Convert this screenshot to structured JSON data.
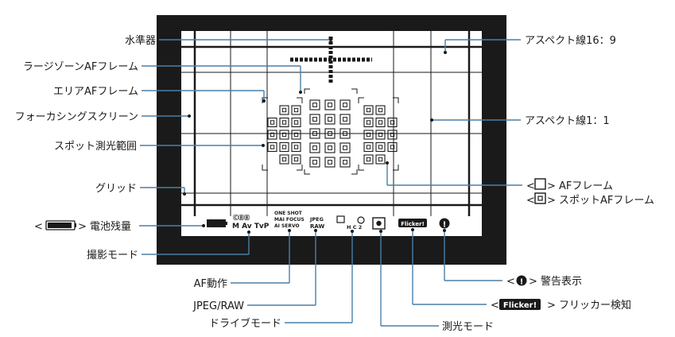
{
  "labels": {
    "level": "水準器",
    "large_zone_af": "ラージゾーンAFフレーム",
    "zone_af": "エリアAFフレーム",
    "focusing_screen": "フォーカシングスクリーン",
    "spot_metering": "スポット測光範囲",
    "grid": "グリッド",
    "battery_prefix": "<",
    "battery_suffix": "> 電池残量",
    "shooting_mode": "撮影モード",
    "af_operation": "AF動作",
    "jpeg_raw": "JPEG/RAW",
    "drive_mode": "ドライブモード",
    "metering_mode": "測光モード",
    "flicker_prefix": "<",
    "flicker_suffix": "> フリッカー検知",
    "warning_prefix": "<",
    "warning_suffix": "> 警告表示",
    "aspect_16_9": "アスペクト線16：9",
    "aspect_1_1": "アスペクト線1：1",
    "af_frame_prefix": "<",
    "af_frame_suffix": "> AFフレーム",
    "spot_af_prefix": "<",
    "spot_af_suffix": "> スポットAFフレーム"
  },
  "status_bar": {
    "shooting_modes_top": "ⒸⒷⒷ",
    "shooting_modes": "M Av TvP",
    "af_line1": "ONE SHOT",
    "af_line2": "MAI FOCUS",
    "af_line3": "AI SERVO",
    "jpeg": "JPEG",
    "raw": "RAW",
    "drive_sub": "H  C 2",
    "flicker": "Flicker!",
    "warning": "!"
  },
  "colors": {
    "viewfinder_frame": "#1a1a1a",
    "leader_line": "#4a7fa8",
    "background": "#ffffff"
  }
}
